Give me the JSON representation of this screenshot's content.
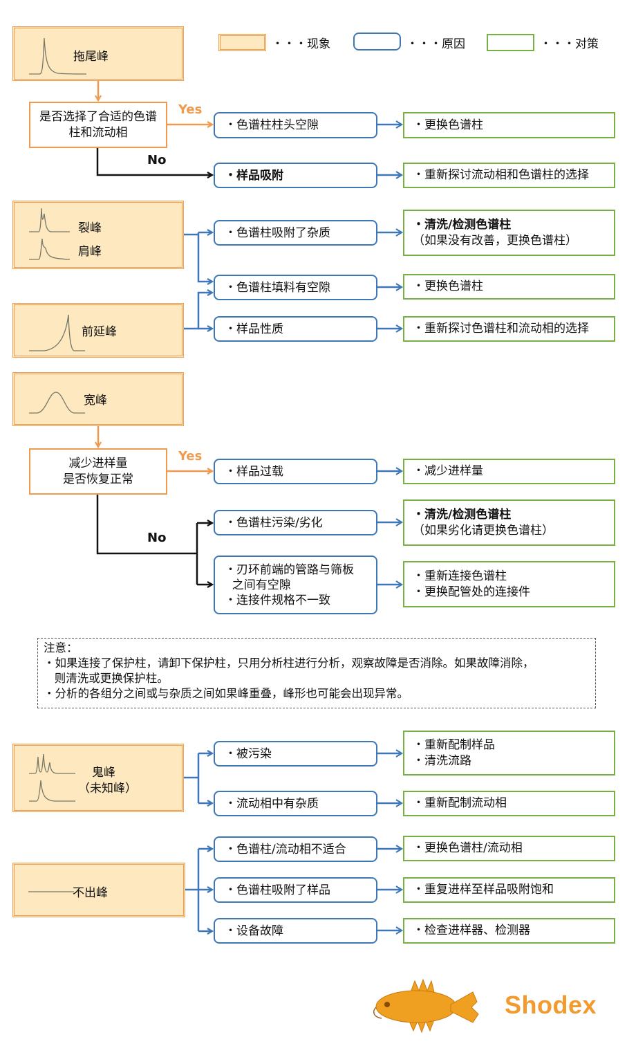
{
  "legend": {
    "phenomenon": "・・・现象",
    "cause": "・・・原因",
    "countermeasure": "・・・对策"
  },
  "tailing": {
    "phenomenon": "拖尾峰",
    "question": "是否选择了合适的色谱柱和流动相",
    "yes": "Yes",
    "no": "No",
    "causes": [
      "・色谱柱柱头空隙",
      "・样品吸附"
    ],
    "fixes": [
      "・更换色谱柱",
      "・重新探讨流动相和色谱柱的选择"
    ]
  },
  "split": {
    "phenomena": [
      "裂峰",
      "肩峰"
    ],
    "front": "前延峰",
    "causes": [
      "・色谱柱吸附了杂质",
      "・色谱柱填料有空隙",
      "・样品性质"
    ],
    "fixes": [
      [
        "・清洗/检测色谱柱",
        "（如果没有改善，更换色谱柱）"
      ],
      [
        "・更换色谱柱"
      ],
      [
        "・重新探讨色谱柱和流动相的选择"
      ]
    ]
  },
  "broad": {
    "phenomenon": "宽峰",
    "question": [
      "减少进样量",
      "是否恢复正常"
    ],
    "yes": "Yes",
    "no": "No",
    "causes": [
      [
        "・样品过载"
      ],
      [
        "・色谱柱污染/劣化"
      ],
      [
        "・刃环前端的管路与筛板",
        "  之间有空隙",
        "・连接件规格不一致"
      ]
    ],
    "fixes": [
      [
        "・减少进样量"
      ],
      [
        "・清洗/检测色谱柱",
        "（如果劣化请更换色谱柱）"
      ],
      [
        "・重新连接色谱柱",
        "・更换配管处的连接件"
      ]
    ]
  },
  "note": {
    "title": "注意：",
    "lines": [
      "・如果连接了保护柱，请卸下保护柱，只用分析柱进行分析，观察故障是否消除。如果故障消除，",
      "   则清洗或更换保护柱。",
      "・分析的各组分之间或与杂质之间如果峰重叠，峰形也可能会出现异常。"
    ]
  },
  "ghost": {
    "phenomenon": [
      "鬼峰",
      "（未知峰）"
    ],
    "causes": [
      "・被污染",
      "・流动相中有杂质"
    ],
    "fixes": [
      [
        "・重新配制样品",
        "・清洗流路"
      ],
      [
        "・重新配制流动相"
      ]
    ]
  },
  "nopeak": {
    "phenomenon": "不出峰",
    "causes": [
      "・色谱柱/流动相不适合",
      "・色谱柱吸附了样品",
      "・设备故障"
    ],
    "fixes": [
      "・更换色谱柱/流动相",
      "・重复进样至样品吸附饱和",
      "・检查进样器、检测器"
    ]
  },
  "logo": {
    "text": "Shodex"
  },
  "colors": {
    "orange": "#ef9a4e",
    "blue": "#3f77b6",
    "green": "#77b044",
    "phenomenon_fill": "#fde8bf"
  }
}
